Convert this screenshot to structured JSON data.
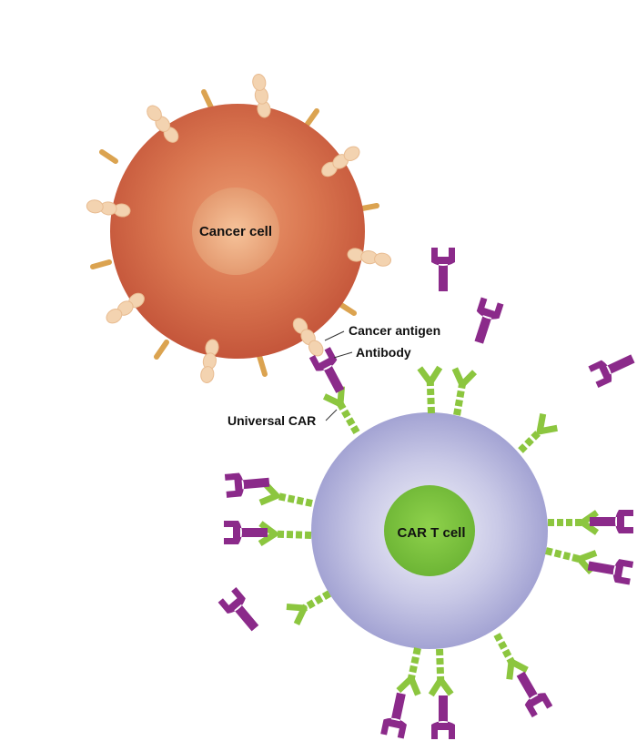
{
  "labels": {
    "cancer_cell": "Cancer cell",
    "car_t_cell": "CAR T cell",
    "cancer_antigen": "Cancer antigen",
    "antibody": "Antibody",
    "universal_car": "Universal CAR"
  },
  "colors": {
    "cancer_cell_outer": "#c85a3c",
    "cancer_cell_inner": "#e9a076",
    "car_t_cell_outer": "#a8a8d8",
    "car_t_cell_inner": "#e6e6f4",
    "car_t_nucleus": "#7cc440",
    "antigen": "#f3d3b0",
    "spike": "#dba350",
    "antibody": "#8b2a8a",
    "car_receptor": "#8cc63f"
  }
}
